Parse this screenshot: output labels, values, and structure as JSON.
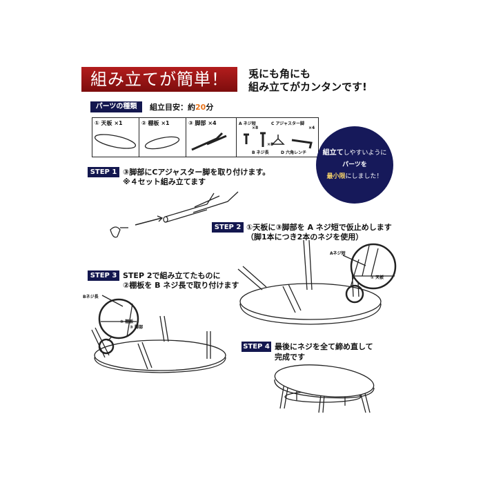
{
  "banner": {
    "title": "組み立てが簡単！"
  },
  "header": {
    "line1": "兎にも角にも",
    "line2": "組み立てがカンタンです!"
  },
  "parts": {
    "tag": "パーツの種類",
    "time_prefix": "組立目安：約",
    "time_value": "20",
    "time_suffix": "分",
    "items": [
      {
        "label": "① 天板 ×1"
      },
      {
        "label": "② 棚板 ×1"
      },
      {
        "label": "③ 脚部 ×4"
      }
    ],
    "hardware": {
      "a": "A ネジ短",
      "a_count": "×8",
      "b": "B ネジ長",
      "b_count": "×8",
      "c": "C アジャスター脚",
      "c_count": "×4",
      "d": "D 六角レンチ"
    }
  },
  "badge": {
    "line1_bold": "組立て",
    "line1_rest": "しやすいように",
    "line2": "パーツを",
    "line3_bold": "最小限",
    "line3_rest": "にしました！"
  },
  "steps": [
    {
      "label": "STEP 1",
      "line1": "③脚部にCアジャスター脚を取り付けます。",
      "line2": "※４セット組み立てます"
    },
    {
      "label": "STEP 2",
      "line1": "①天板に③脚部を A ネジ短で仮止めします",
      "line2": "（脚1本につき2本のネジを使用）",
      "callout": "Aネジ短",
      "callout_part": "① 天板"
    },
    {
      "label": "STEP 3",
      "line1": "STEP 2で組み立てたものに",
      "line2": "②棚板を B ネジ長で取り付けます",
      "callout": "Bネジ長",
      "callout_part1": "② 棚板",
      "callout_part2": "③ 脚部"
    },
    {
      "label": "STEP 4",
      "line1": "最後にネジを全て締め直して",
      "line2": "完成です"
    }
  ]
}
